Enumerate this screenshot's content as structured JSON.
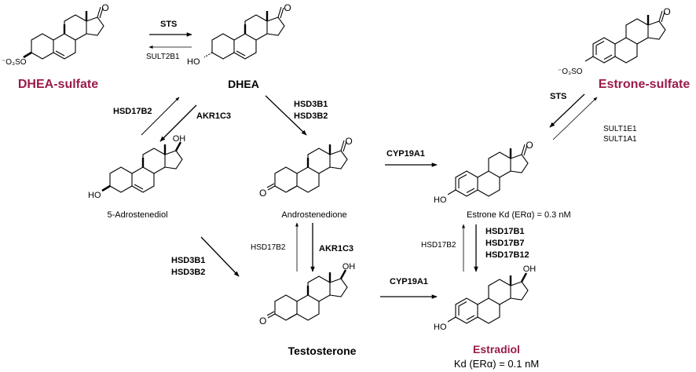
{
  "compounds": {
    "dhea_sulfate": "DHEA-sulfate",
    "dhea": "DHEA",
    "adrostenediol": "5-Adrostenediol",
    "androstenedione": "Androstenedione",
    "testosterone": "Testosterone",
    "estrone": "Estrone  Kd (ERα) = 0.3 nM",
    "estrone_sulfate": "Estrone-sulfate",
    "estradiol": "Estradiol",
    "estradiol_kd": "Kd (ERα) = 0.1 nM"
  },
  "enzymes": {
    "sts_top": "STS",
    "sult2b1": "SULT2B1",
    "hsd17b2_left": "HSD17B2",
    "akr1c3_left": "AKR1C3",
    "hsd3b1_top": "HSD3B1",
    "hsd3b2_top": "HSD3B2",
    "hsd3b1_bottom": "HSD3B1",
    "hsd3b2_bottom": "HSD3B2",
    "cyp19a1_top": "CYP19A1",
    "cyp19a1_bottom": "CYP19A1",
    "hsd17b2_mid": "HSD17B2",
    "akr1c3_mid": "AKR1C3",
    "hsd17b2_right": "HSD17B2",
    "hsd17b1": "HSD17B1",
    "hsd17b7": "HSD17B7",
    "hsd17b12": "HSD17B12",
    "sts_right": "STS",
    "sult1e1": "SULT1E1",
    "sult1a1": "SULT1A1"
  },
  "groups": {
    "ho": "HO",
    "oh": "OH",
    "o": "O",
    "sulfate": "⁻O₃SO"
  },
  "colors": {
    "highlight": "#9b1b4a",
    "ink": "#000000"
  }
}
